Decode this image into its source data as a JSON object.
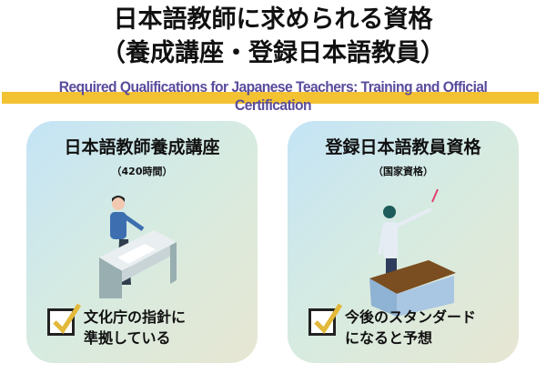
{
  "header": {
    "title_line1": "日本語教師に求められる資格",
    "title_line2": "（養成講座・登録日本語教員）",
    "subtitle": "Required Qualifications for Japanese Teachers: Training and Official Certification"
  },
  "cards": [
    {
      "title": "日本語教師養成講座",
      "note": "（420時間）",
      "desc_line1": "文化庁の指針に",
      "desc_line2": "準拠している"
    },
    {
      "title": "登録日本語教員資格",
      "note": "（国家資格）",
      "desc_line1": "今後のスタンダード",
      "desc_line2": "になると予想"
    }
  ],
  "colors": {
    "accent": "#f2c232",
    "subtitle": "#5a4c9c",
    "check": "#e2b93a"
  }
}
